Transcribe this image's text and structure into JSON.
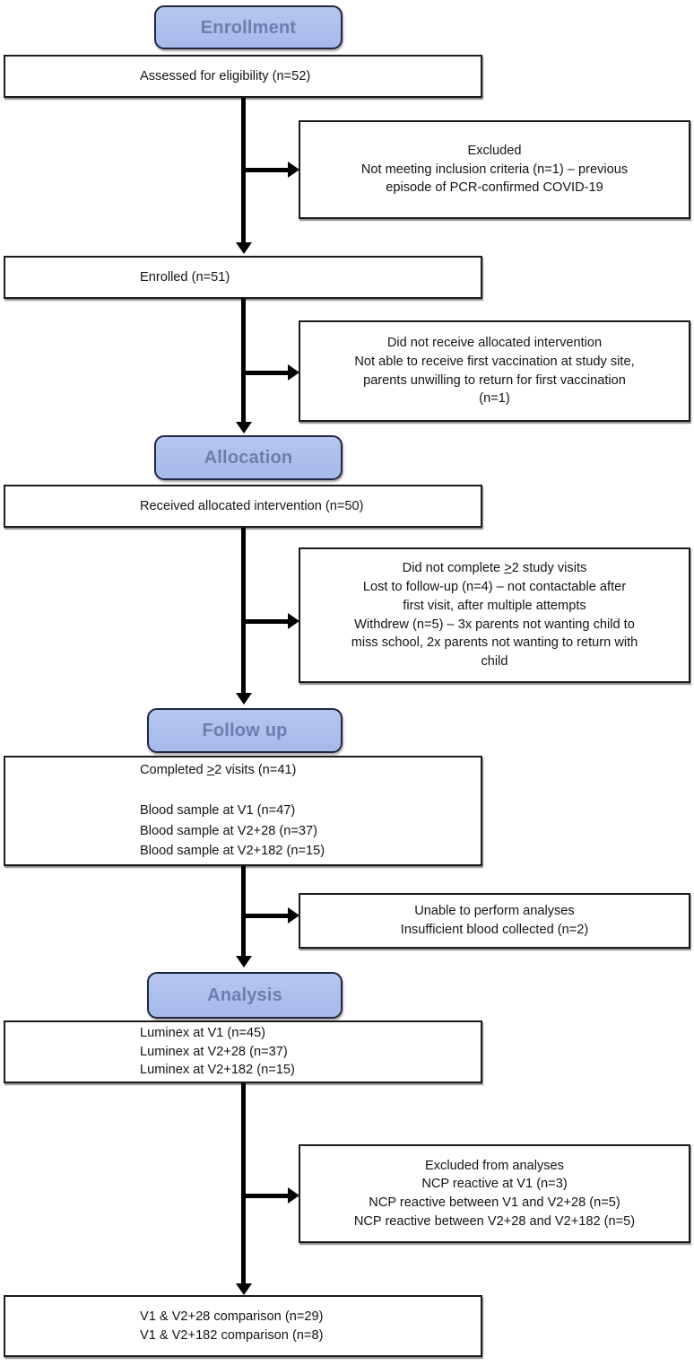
{
  "figure": {
    "type": "consort-flow-diagram",
    "accent_color": "#a6b9ea",
    "pill_border_color": "#20273f",
    "pill_text_color": "#6b7fae",
    "box_border_color": "#1c1c1c",
    "connector_color": "#000000",
    "background": "#ffffff"
  },
  "stages": [
    {
      "id": "enrollment",
      "label": "Enrollment"
    },
    {
      "id": "allocation",
      "label": "Allocation"
    },
    {
      "id": "followup",
      "label": "Follow up"
    },
    {
      "id": "analysis",
      "label": "Analysis"
    }
  ],
  "main_boxes": [
    {
      "id": "assessed",
      "text": "Assessed for eligibility (n=52)",
      "n": 52
    },
    {
      "id": "enrolled",
      "text": "Enrolled (n=51)",
      "n": 51
    },
    {
      "id": "received-allocated",
      "text": "Received  allocated intervention  (n=50)",
      "n": 50
    },
    {
      "id": "followup-results",
      "text": "Completed  ≥2 visits (n=41)\n\nBlood sample at V1 (n=47)\nBlood sample at V2+28 (n=37)\nBlood sample at V2+182 (n=15)",
      "values": {
        "completed_visits": 41,
        "blood_v1": 47,
        "blood_v2_28": 37,
        "blood_v2_182": 15
      }
    },
    {
      "id": "analysis-results",
      "text": "Luminex at V1 (n=45)\nLuminex at V2+28 (n=37)\nLuminex at V2+182 (n=15)",
      "values": {
        "luminex_v1": 45,
        "luminex_v2_28": 37,
        "luminex_v2_182": 15
      }
    },
    {
      "id": "final-comparisons",
      "text": "V1 & V2+28 comparison (n=29)\nV1 & V2+182 comparison (n=8)",
      "values": {
        "v1_v2_28_comparison": 29,
        "v1_v2_182_comparison": 8
      }
    }
  ],
  "side_boxes": [
    {
      "id": "excluded",
      "text": "Excluded\nNot meeting inclusion criteria (n=1) – previous\nepisode of PCR-confirmed  COVID-19",
      "values": {
        "not_meeting_inclusion_criteria": 1
      }
    },
    {
      "id": "did-not-receive",
      "text": "Did not receive allocated intervention\nNot able to receive first vaccination at study site,\nparents unwilling to return for first vaccination\n(n=1)",
      "values": {
        "did_not_receive": 1
      }
    },
    {
      "id": "did-not-complete",
      "text": "Did not complete ≥2 study visits\nLost to follow-up (n=4) – not contactable after\nfirst visit, after multiple attempts\nWithdrew (n=5) – 3x parents not wanting child to\nmiss school, 2x parents not wanting to return with\nchild",
      "values": {
        "lost_to_followup": 4,
        "withdrew": 5
      }
    },
    {
      "id": "unable-to-analyse",
      "text": "Unable to perform analyses\nInsufficient blood collected (n=2)",
      "values": {
        "insufficient_blood": 2
      }
    },
    {
      "id": "excluded-from-analyses",
      "text": "Excluded from analyses\nNCP reactive at V1 (n=3)\nNCP reactive between V1 and V2+28 (n=5)\nNCP reactive between V2+28 and V2+182 (n=5)",
      "values": {
        "ncp_v1": 3,
        "ncp_v1_v2_28": 5,
        "ncp_v2_28_v2_182": 5
      }
    }
  ]
}
